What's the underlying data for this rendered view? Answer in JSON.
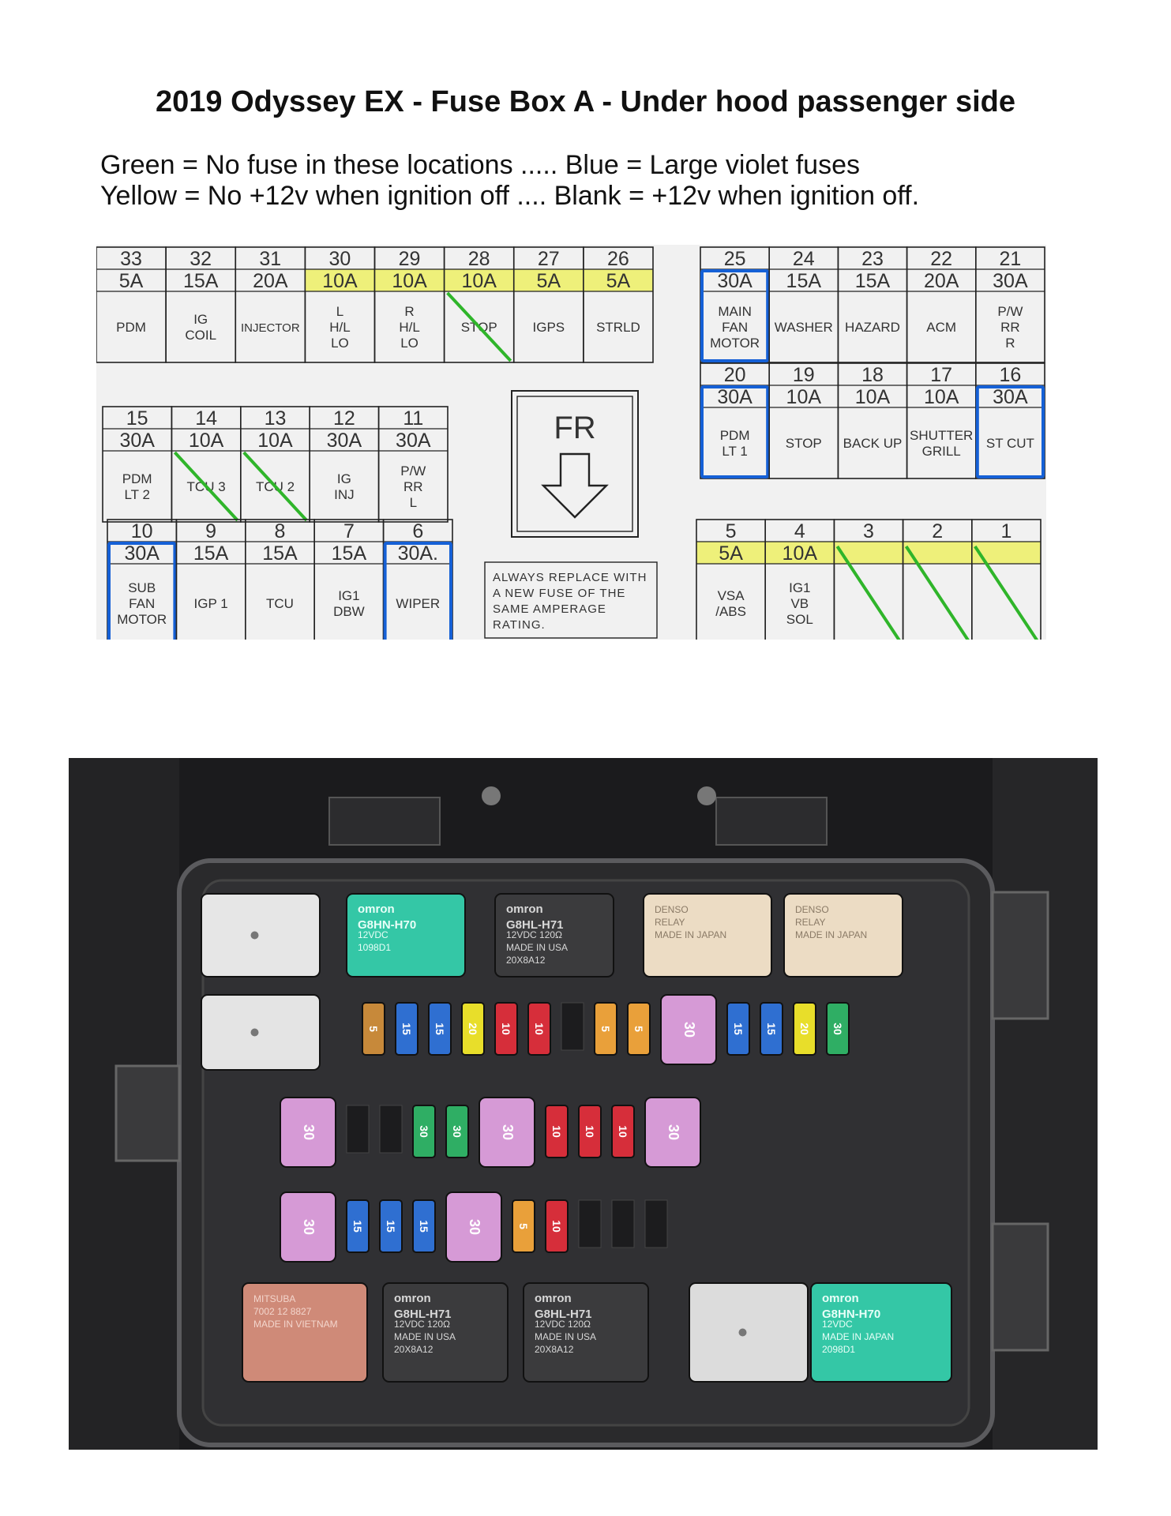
{
  "title": "2019 Odyssey EX - Fuse Box A - Under hood passenger side",
  "legend": {
    "line1": "Green = No fuse in these locations ..... Blue = Large violet fuses",
    "line2": "Yellow = No +12v when ignition off .... Blank = +12v when ignition off."
  },
  "colors": {
    "green": "#2fb52a",
    "blue": "#1560d6",
    "yellow": "#eef07a",
    "violet_fuse": "#d69ad6",
    "relay_teal": "#34c7a6"
  },
  "fuses": [
    {
      "num": "33",
      "amp": "5A",
      "label": [
        "PDM"
      ],
      "hot": "blank",
      "slot": "mini"
    },
    {
      "num": "32",
      "amp": "15A",
      "label": [
        "IG",
        "COIL"
      ],
      "hot": "blank",
      "slot": "mini"
    },
    {
      "num": "31",
      "amp": "20A",
      "label": [
        "INJECTOR"
      ],
      "hot": "blank",
      "slot": "mini"
    },
    {
      "num": "30",
      "amp": "10A",
      "label": [
        "L",
        "H/L",
        "LO"
      ],
      "hot": "yellow",
      "slot": "mini"
    },
    {
      "num": "29",
      "amp": "10A",
      "label": [
        "R",
        "H/L",
        "LO"
      ],
      "hot": "yellow",
      "slot": "mini"
    },
    {
      "num": "28",
      "amp": "10A",
      "label": [
        "STOP"
      ],
      "hot": "yellow",
      "slot": "empty"
    },
    {
      "num": "27",
      "amp": "5A",
      "label": [
        "IGPS"
      ],
      "hot": "yellow",
      "slot": "mini"
    },
    {
      "num": "26",
      "amp": "5A",
      "label": [
        "STRLD"
      ],
      "hot": "yellow",
      "slot": "mini"
    },
    {
      "num": "25",
      "amp": "30A",
      "label": [
        "MAIN",
        "FAN",
        "MOTOR"
      ],
      "hot": "blank",
      "slot": "large"
    },
    {
      "num": "24",
      "amp": "15A",
      "label": [
        "WASHER"
      ],
      "hot": "blank",
      "slot": "mini"
    },
    {
      "num": "23",
      "amp": "15A",
      "label": [
        "HAZARD"
      ],
      "hot": "blank",
      "slot": "mini"
    },
    {
      "num": "22",
      "amp": "20A",
      "label": [
        "ACM"
      ],
      "hot": "blank",
      "slot": "mini"
    },
    {
      "num": "21",
      "amp": "30A",
      "label": [
        "P/W",
        "RR",
        "R"
      ],
      "hot": "blank",
      "slot": "mini"
    },
    {
      "num": "20",
      "amp": "30A",
      "label": [
        "PDM",
        "LT 1"
      ],
      "hot": "blank",
      "slot": "large"
    },
    {
      "num": "19",
      "amp": "10A",
      "label": [
        "STOP"
      ],
      "hot": "blank",
      "slot": "mini"
    },
    {
      "num": "18",
      "amp": "10A",
      "label": [
        "BACK UP"
      ],
      "hot": "blank",
      "slot": "mini"
    },
    {
      "num": "17",
      "amp": "10A",
      "label": [
        "SHUTTER",
        "GRILL"
      ],
      "hot": "blank",
      "slot": "mini"
    },
    {
      "num": "16",
      "amp": "30A",
      "label": [
        "ST CUT"
      ],
      "hot": "blank",
      "slot": "large"
    },
    {
      "num": "15",
      "amp": "30A",
      "label": [
        "PDM",
        "LT 2"
      ],
      "hot": "blank",
      "slot": "mini"
    },
    {
      "num": "14",
      "amp": "10A",
      "label": [
        "TCU 3"
      ],
      "hot": "blank",
      "slot": "empty"
    },
    {
      "num": "13",
      "amp": "10A",
      "label": [
        "TCU 2"
      ],
      "hot": "blank",
      "slot": "empty"
    },
    {
      "num": "12",
      "amp": "30A",
      "label": [
        "IG",
        "INJ"
      ],
      "hot": "blank",
      "slot": "mini"
    },
    {
      "num": "11",
      "amp": "30A",
      "label": [
        "P/W",
        "RR",
        "L"
      ],
      "hot": "blank",
      "slot": "mini"
    },
    {
      "num": "10",
      "amp": "30A",
      "label": [
        "SUB",
        "FAN",
        "MOTOR"
      ],
      "hot": "blank",
      "slot": "large"
    },
    {
      "num": "9",
      "amp": "15A",
      "label": [
        "IGP 1"
      ],
      "hot": "blank",
      "slot": "mini"
    },
    {
      "num": "8",
      "amp": "15A",
      "label": [
        "TCU"
      ],
      "hot": "blank",
      "slot": "mini"
    },
    {
      "num": "7",
      "amp": "15A",
      "label": [
        "IG1",
        "DBW"
      ],
      "hot": "blank",
      "slot": "mini"
    },
    {
      "num": "6",
      "amp": "30A.",
      "label": [
        "WIPER"
      ],
      "hot": "blank",
      "slot": "large"
    },
    {
      "num": "5",
      "amp": "5A",
      "label": [
        "VSA",
        "/ABS"
      ],
      "hot": "yellow",
      "slot": "mini"
    },
    {
      "num": "4",
      "amp": "10A",
      "label": [
        "IG1",
        "VB",
        "SOL"
      ],
      "hot": "yellow",
      "slot": "mini"
    },
    {
      "num": "3",
      "amp": "",
      "label": [],
      "hot": "yellow",
      "slot": "empty"
    },
    {
      "num": "2",
      "amp": "",
      "label": [],
      "hot": "yellow",
      "slot": "empty"
    },
    {
      "num": "1",
      "amp": "",
      "label": [],
      "hot": "yellow",
      "slot": "empty"
    }
  ],
  "direction_label": "FR",
  "notice": [
    "ALWAYS REPLACE WITH",
    "A NEW FUSE OF THE",
    "SAME AMPERAGE",
    "RATING."
  ],
  "photo": {
    "relays_top": [
      {
        "lines": [],
        "color": "#e6e6e6",
        "text_color": "#555"
      },
      {
        "lines": [
          "omron",
          "G8HN-H70",
          "12VDC",
          "1098D1"
        ],
        "color": "#34c7a6",
        "text_color": "#e8fff8"
      },
      {
        "lines": [
          "omron",
          "G8HL-H71",
          "12VDC 120Ω",
          "MADE IN USA",
          "20X8A12"
        ],
        "color": "#3b3b3d",
        "text_color": "#d8d8d8"
      },
      {
        "lines": [
          "DENSO",
          "RELAY",
          "MADE IN JAPAN"
        ],
        "color": "#ecdcc4",
        "text_color": "#8a7a66"
      },
      {
        "lines": [
          "DENSO",
          "RELAY",
          "MADE IN JAPAN"
        ],
        "color": "#ecdcc4",
        "text_color": "#8a7a66"
      }
    ],
    "relays_bottom": [
      {
        "lines": [
          "MITSUBA",
          "7002 12 8827",
          "MADE IN VIETNAM"
        ],
        "color": "#cf8a78",
        "text_color": "#f3d5cc"
      },
      {
        "lines": [
          "omron",
          "G8HL-H71",
          "12VDC 120Ω",
          "MADE IN USA",
          "20X8A12"
        ],
        "color": "#3b3b3d",
        "text_color": "#d8d8d8"
      },
      {
        "lines": [
          "omron",
          "G8HL-H71",
          "12VDC 120Ω",
          "MADE IN USA",
          "20X8A12"
        ],
        "color": "#3b3b3d",
        "text_color": "#d8d8d8"
      },
      {
        "lines": [],
        "color": "#dcdcdc",
        "text_color": "#555"
      },
      {
        "lines": [
          "omron",
          "G8HN-H70",
          "12VDC",
          "MADE IN JAPAN",
          "2098D1"
        ],
        "color": "#34c7a6",
        "text_color": "#e8fff8"
      }
    ],
    "fuse_rows": [
      [
        {
          "amp": "5",
          "c": "#c7893a"
        },
        {
          "amp": "15",
          "c": "#2f6fd1"
        },
        {
          "amp": "15",
          "c": "#2f6fd1"
        },
        {
          "amp": "20",
          "c": "#e8de2a"
        },
        {
          "amp": "10",
          "c": "#d62e3a"
        },
        {
          "amp": "10",
          "c": "#d62e3a"
        },
        {
          "amp": "",
          "c": "none"
        },
        {
          "amp": "5",
          "c": "#e9a03a"
        },
        {
          "amp": "5",
          "c": "#e9a03a"
        },
        {
          "amp": "30",
          "c": "#d69ad6",
          "big": true
        },
        {
          "amp": "15",
          "c": "#2f6fd1"
        },
        {
          "amp": "15",
          "c": "#2f6fd1"
        },
        {
          "amp": "20",
          "c": "#e8de2a"
        },
        {
          "amp": "30",
          "c": "#2fae64"
        }
      ],
      [
        {
          "amp": "30",
          "c": "#d69ad6",
          "big": true
        },
        {
          "amp": "",
          "c": "none"
        },
        {
          "amp": "",
          "c": "none"
        },
        {
          "amp": "30",
          "c": "#2fae64"
        },
        {
          "amp": "30",
          "c": "#2fae64"
        },
        {
          "amp": "30",
          "c": "#d69ad6",
          "big": true
        },
        {
          "amp": "10",
          "c": "#d62e3a"
        },
        {
          "amp": "10",
          "c": "#d62e3a"
        },
        {
          "amp": "10",
          "c": "#d62e3a"
        },
        {
          "amp": "30",
          "c": "#d69ad6",
          "big": true
        }
      ],
      [
        {
          "amp": "30",
          "c": "#d69ad6",
          "big": true
        },
        {
          "amp": "15",
          "c": "#2f6fd1"
        },
        {
          "amp": "15",
          "c": "#2f6fd1"
        },
        {
          "amp": "15",
          "c": "#2f6fd1"
        },
        {
          "amp": "30",
          "c": "#d69ad6",
          "big": true
        },
        {
          "amp": "5",
          "c": "#e9a03a"
        },
        {
          "amp": "10",
          "c": "#d62e3a"
        },
        {
          "amp": "",
          "c": "none"
        },
        {
          "amp": "",
          "c": "none"
        },
        {
          "amp": "",
          "c": "none"
        }
      ]
    ]
  }
}
